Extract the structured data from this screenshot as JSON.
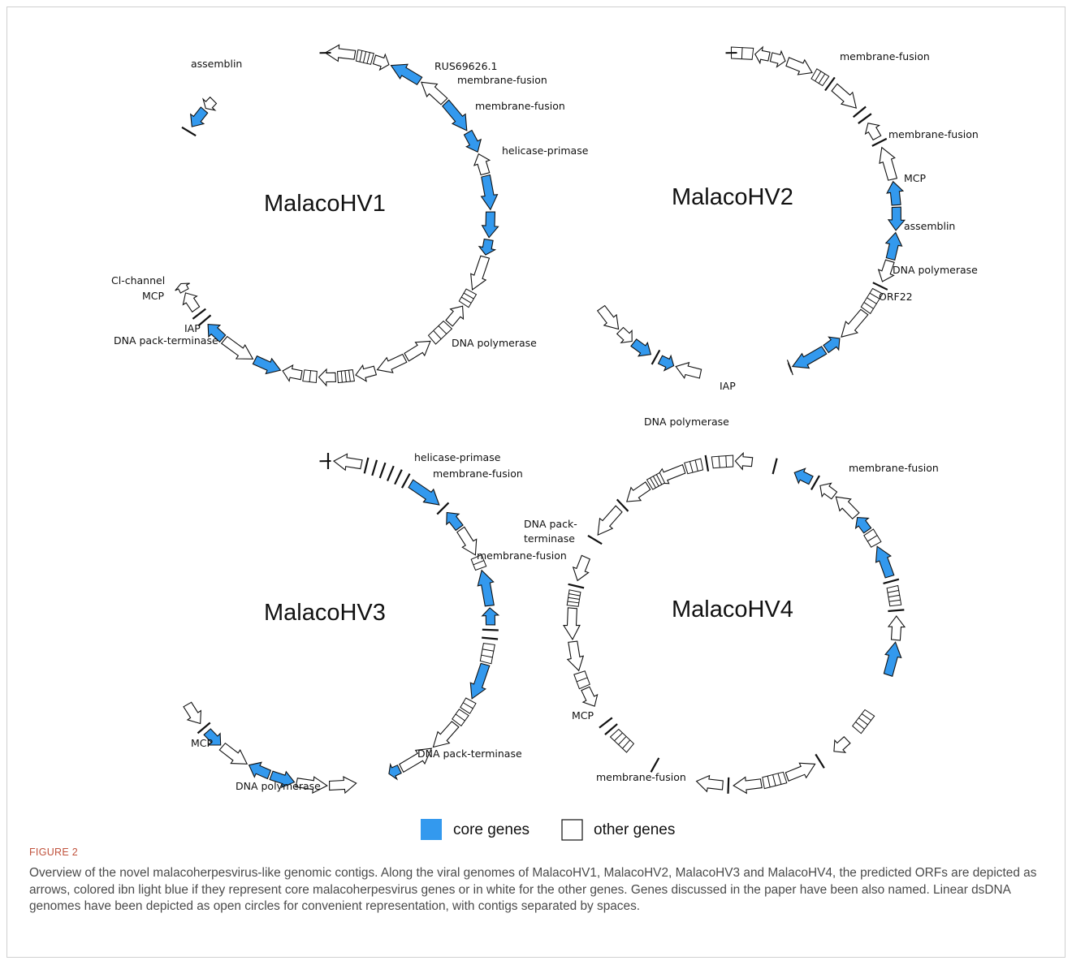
{
  "figure": {
    "label": "FIGURE 2",
    "caption": "Overview of the novel malacoherpesvirus-like genomic contigs. Along the viral genomes of MalacoHV1, MalacoHV2, MalacoHV3 and MalacoHV4, the predicted ORFs are depicted as arrows, colored ibn light blue if they represent core malacoherpesvirus genes or in white for the other genes. Genes discussed in the paper have been also named. Linear dsDNA genomes have been depicted as open circles for convenient representation, with contigs separated by spaces."
  },
  "colors": {
    "core": "#3399ee",
    "other": "#ffffff",
    "stroke": "#111111",
    "figure_label": "#c0523c"
  },
  "legend": {
    "core_label": "core genes",
    "other_label": "other genes"
  },
  "genomes": [
    {
      "name": "MalacoHV1",
      "labels": [
        "assemblin",
        "RUS69626.1",
        "membrane-fusion",
        "membrane-fusion",
        "helicase-primase",
        "Cl-channel",
        "MCP",
        "IAP",
        "DNA pack-terminase",
        "DNA polymerase"
      ]
    },
    {
      "name": "MalacoHV2",
      "labels": [
        "membrane-fusion",
        "membrane-fusion",
        "MCP",
        "assemblin",
        "DNA polymerase",
        "ORF22",
        "IAP"
      ]
    },
    {
      "name": "MalacoHV3",
      "labels": [
        "helicase-primase",
        "membrane-fusion",
        "membrane-fusion",
        "MCP",
        "DNA polymerase",
        "DNA pack-terminase"
      ]
    },
    {
      "name": "MalacoHV4",
      "labels": [
        "DNA polymerase",
        "membrane-fusion",
        "DNA pack-",
        "terminase",
        "MCP",
        "membrane-fusion"
      ]
    }
  ]
}
